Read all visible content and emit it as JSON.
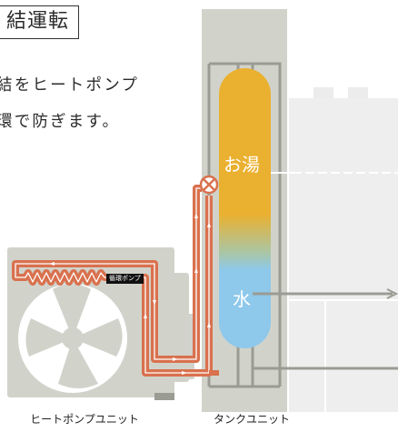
{
  "header": {
    "title": "結運転"
  },
  "description": {
    "lines": [
      "結をヒートポンプ",
      "環で防ぎます。"
    ]
  },
  "labels": {
    "hot_water": "お湯",
    "water": "水",
    "pump": "循環ポンプ",
    "heat_pump_unit": "ヒートポンプユニット",
    "tank_unit": "タンクユニット"
  },
  "colors": {
    "hot": "#eab02f",
    "cold": "#8ec8ea",
    "pipe": "#d9714e",
    "unit_gray": "#d1d3cb",
    "frame_gray": "#9a9c94",
    "house_gray": "#eeeeee"
  }
}
